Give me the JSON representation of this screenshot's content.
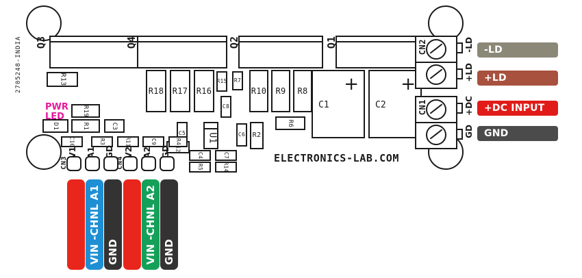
{
  "board": {
    "brand_text": "ELECTRONICS-LAB.COM",
    "manufacturer_code": "2705248-INDIA",
    "pwr_led_line1": "PWR",
    "pwr_led_line2": "LED",
    "pwr_led_color": "#e8199b"
  },
  "transistors": [
    {
      "ref": "Q3"
    },
    {
      "ref": "Q4"
    },
    {
      "ref": "Q2"
    },
    {
      "ref": "Q1"
    }
  ],
  "capacitors_large": [
    {
      "ref": "C1",
      "polarity": "+"
    },
    {
      "ref": "C2",
      "polarity": "+"
    }
  ],
  "resistors": [
    {
      "ref": "R13"
    },
    {
      "ref": "R19"
    },
    {
      "ref": "R1"
    },
    {
      "ref": "R18"
    },
    {
      "ref": "R17"
    },
    {
      "ref": "R16"
    },
    {
      "ref": "R15"
    },
    {
      "ref": "R7"
    },
    {
      "ref": "R10"
    },
    {
      "ref": "R9"
    },
    {
      "ref": "R8"
    },
    {
      "ref": "R6"
    },
    {
      "ref": "R2"
    },
    {
      "ref": "R3"
    },
    {
      "ref": "R11"
    },
    {
      "ref": "R4"
    },
    {
      "ref": "R5"
    },
    {
      "ref": "R14"
    },
    {
      "ref": "R12"
    }
  ],
  "capacitors_small": [
    {
      "ref": "C3"
    },
    {
      "ref": "C8"
    },
    {
      "ref": "C5"
    },
    {
      "ref": "C6"
    },
    {
      "ref": "C4"
    },
    {
      "ref": "C7"
    },
    {
      "ref": "C9"
    },
    {
      "ref": "C10"
    }
  ],
  "ics": [
    {
      "ref": "U1"
    }
  ],
  "diodes": [
    {
      "ref": "D1"
    }
  ],
  "connectors": {
    "cn1": {
      "ref": "CN1",
      "pins": [
        {
          "name": "+DC"
        },
        {
          "name": "GD"
        }
      ]
    },
    "cn2": {
      "ref": "CN2",
      "pins": [
        {
          "name": "-LD"
        },
        {
          "name": "+LD"
        }
      ]
    },
    "cn3": {
      "ref": "CN3",
      "pins": [
        {
          "name": "V1"
        },
        {
          "name": "A1"
        },
        {
          "name": "GD"
        }
      ]
    },
    "cn4": {
      "ref": "CN4",
      "pins": [
        {
          "name": "V2"
        },
        {
          "name": "A2"
        },
        {
          "name": "GD"
        }
      ]
    }
  },
  "callouts": [
    {
      "label": "-LD",
      "color": "#8b8878",
      "width": 118
    },
    {
      "label": "+LD",
      "color": "#a8513f",
      "width": 118
    },
    {
      "label": "+DC INPUT",
      "color": "#e01b18",
      "width": 118
    },
    {
      "label": "GND",
      "color": "#4b4b4b",
      "width": 118
    }
  ],
  "channel_strips": [
    {
      "label": "",
      "color": "#e8261c"
    },
    {
      "label": "VIN -CHNL A1",
      "color": "#1f8fd4"
    },
    {
      "label": "GND",
      "color": "#333333"
    },
    {
      "label": "",
      "color": "#e8261c"
    },
    {
      "label": "VIN -CHNL A2",
      "color": "#15a05a"
    },
    {
      "label": "GND",
      "color": "#333333"
    }
  ]
}
